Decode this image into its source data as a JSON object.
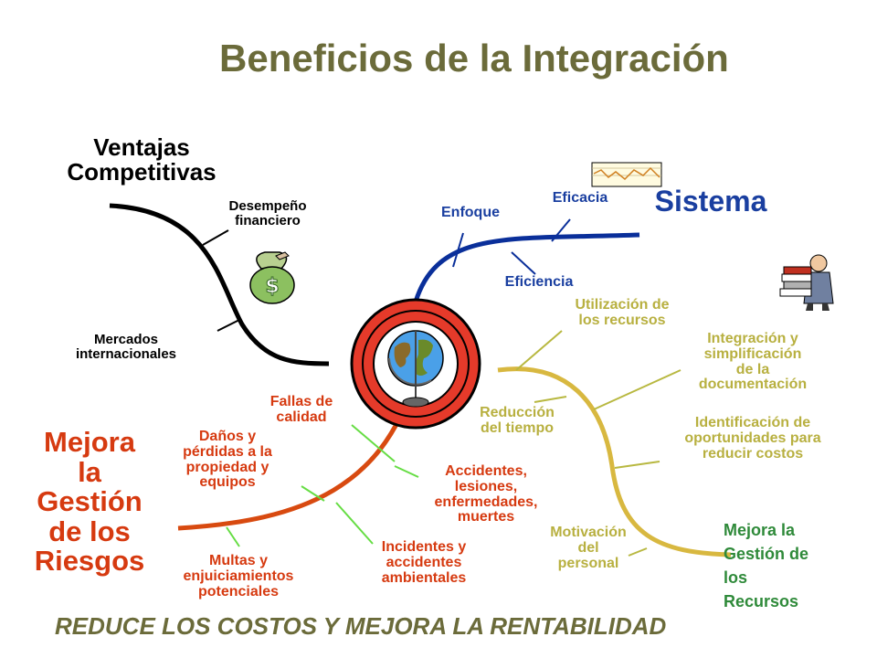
{
  "title": "Beneficios de la Integración",
  "footer": "REDUCE LOS COSTOS Y MEJORA LA RENTABILIDAD",
  "colors": {
    "title": "#6b6b3a",
    "competitive_branch": "#000000",
    "system_branch": "#0a2f9a",
    "risk_branch": "#d84a10",
    "resources_branch": "#d8b840",
    "connector_green": "#66dd44",
    "connector_olive": "#b8b840",
    "center_ring": "#e53a2a"
  },
  "branches": {
    "competitive": {
      "label": "Ventajas\nCompetitivas",
      "leaves": [
        "Desempeño\nfinanciero",
        "Mercados\ninternacionales"
      ]
    },
    "system": {
      "label": "Sistema",
      "leaves": [
        "Enfoque",
        "Eficacia",
        "Eficiencia"
      ]
    },
    "risk": {
      "label": "Mejora\nla\nGestión\nde los\nRiesgos",
      "leaves": [
        "Fallas de\ncalidad",
        "Daños y\npérdidas a la\npropiedad y\nequipos",
        "Accidentes,\nlesiones,\nenfermedades,\nmuertes",
        "Incidentes y\naccidentes\nambientales",
        "Multas y\nenjuiciamientos\npotenciales"
      ]
    },
    "resources": {
      "label": "Mejora la\nGestión de\nlos\nRecursos",
      "leaves": [
        "Utilización  de\nlos recursos",
        "Integración y\nsimplificación\nde la\ndocumentación",
        "Reducción\ndel tiempo",
        "Identificación  de\noportunidades para\nreducir costos",
        "Motivación\ndel\npersonal"
      ]
    }
  },
  "icons": [
    "globe-icon",
    "money-bag-icon",
    "chart-icon",
    "person-with-documents-icon"
  ]
}
